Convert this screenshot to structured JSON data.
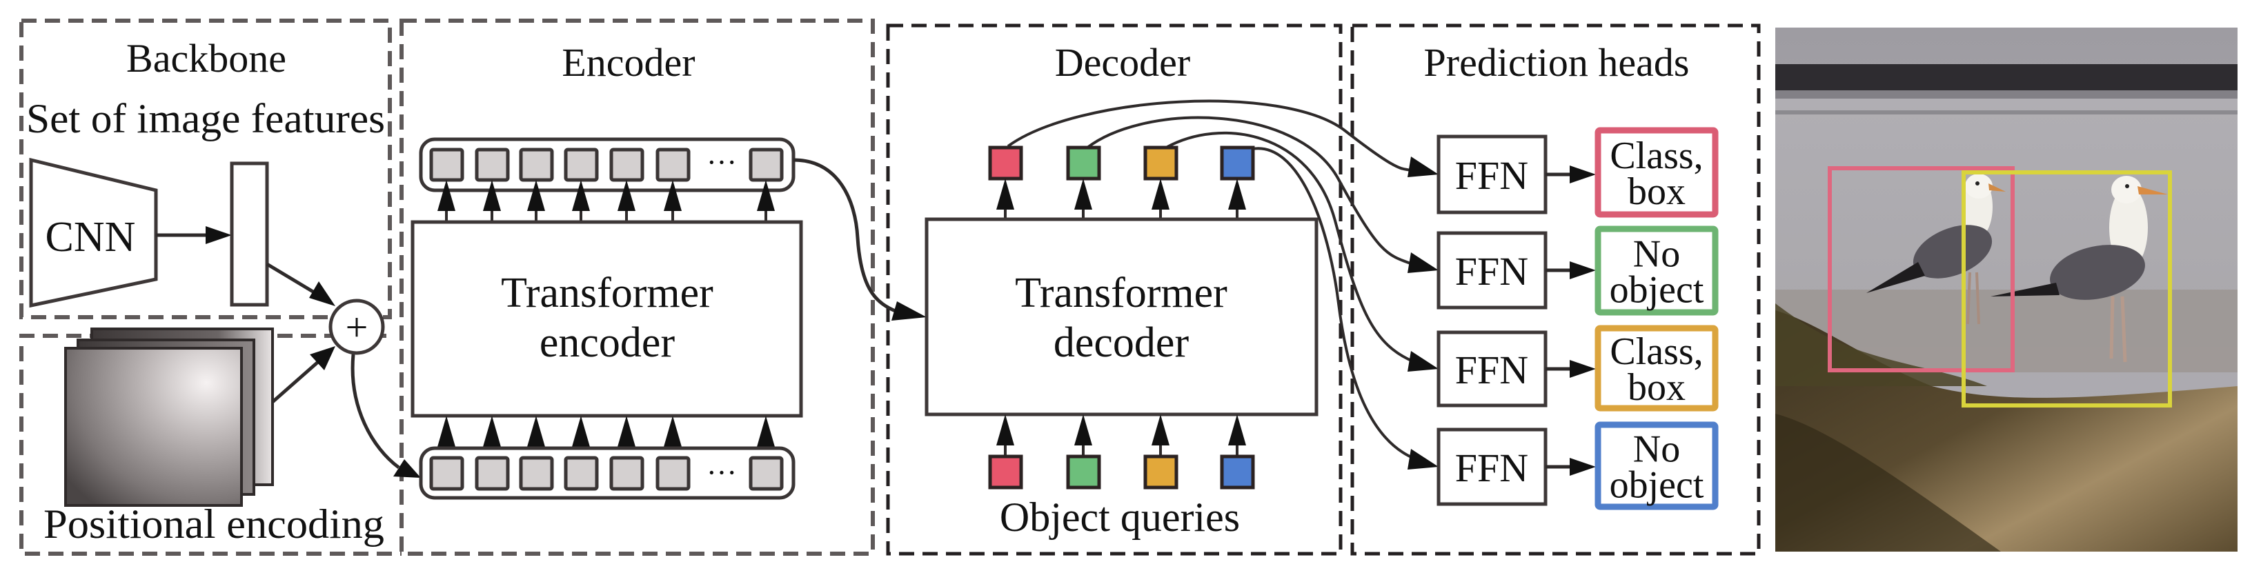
{
  "figure": {
    "sections": {
      "backbone": {
        "title": "Backbone",
        "subtitle": "Set of image features",
        "cnn_label": "CNN",
        "plus_symbol": "+"
      },
      "positional": {
        "label": "Positional encoding"
      },
      "encoder": {
        "title": "Encoder",
        "box_line1": "Transformer",
        "box_line2": "encoder",
        "ellipsis": "···"
      },
      "decoder": {
        "title": "Decoder",
        "box_line1": "Transformer",
        "box_line2": "decoder",
        "queries_label": "Object queries"
      },
      "heads": {
        "title": "Prediction heads",
        "rows": [
          {
            "ffn": "FFN",
            "line1": "Class,",
            "line2": "box",
            "color": "#da5d74"
          },
          {
            "ffn": "FFN",
            "line1": "No",
            "line2": "object",
            "color": "#6db472"
          },
          {
            "ffn": "FFN",
            "line1": "Class,",
            "line2": "box",
            "color": "#dba43d"
          },
          {
            "ffn": "FFN",
            "line1": "No",
            "line2": "object",
            "color": "#507fcb"
          }
        ]
      }
    },
    "query_colors": [
      "#e8566c",
      "#6dbf7b",
      "#e2a83a",
      "#4f7fd1"
    ],
    "encoder_token_count_visible": 7,
    "photo": {
      "description": "Two seagulls standing on rocks by the water",
      "detections": [
        {
          "label": "bird-1",
          "color": "#e0677f"
        },
        {
          "label": "bird-2",
          "color": "#d9d43c"
        }
      ]
    }
  }
}
